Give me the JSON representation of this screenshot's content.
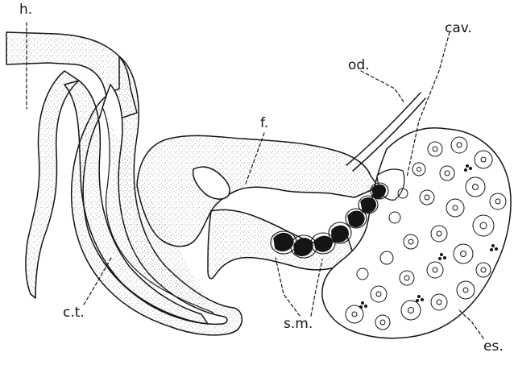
{
  "figure": {
    "labels": {
      "h": "h.",
      "f": "f.",
      "od": "od.",
      "cav": "cav.",
      "ct": "c.t.",
      "sm": "s.m.",
      "es": "es."
    },
    "colors": {
      "ink": "#151515",
      "paper": "#ffffff",
      "stipple": "#7a7a7a"
    }
  }
}
